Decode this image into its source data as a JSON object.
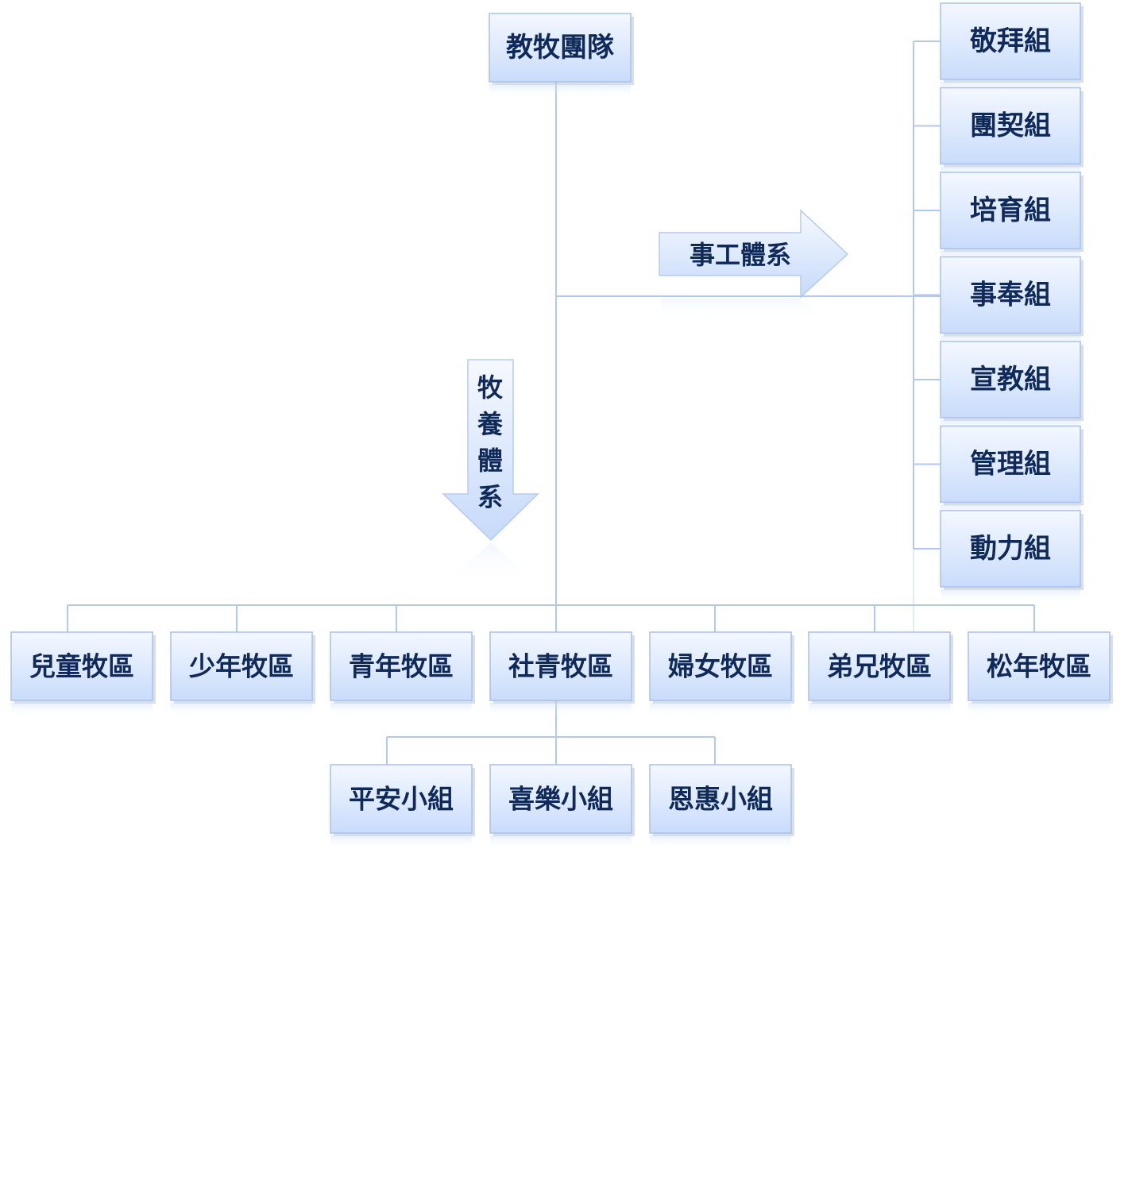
{
  "top": {
    "label": "教牧團隊"
  },
  "arrows": {
    "ministry_system": "事工體系",
    "pastoral_system": "牧養體系"
  },
  "ministry_groups": [
    {
      "label": "敬拜組"
    },
    {
      "label": "團契組"
    },
    {
      "label": "培育組"
    },
    {
      "label": "事奉組"
    },
    {
      "label": "宣教組"
    },
    {
      "label": "管理組"
    },
    {
      "label": "動力組"
    }
  ],
  "pastoral_districts": [
    {
      "label": "兒童牧區"
    },
    {
      "label": "少年牧區"
    },
    {
      "label": "青年牧區"
    },
    {
      "label": "社青牧區"
    },
    {
      "label": "婦女牧區"
    },
    {
      "label": "弟兄牧區"
    },
    {
      "label": "松年牧區"
    }
  ],
  "small_groups": [
    {
      "label": "平安小組"
    },
    {
      "label": "喜樂小組"
    },
    {
      "label": "恩惠小組"
    }
  ],
  "colors": {
    "box_top": "#f4f8ff",
    "box_bottom": "#c9dcfb",
    "line": "#b3c8ec",
    "text": "#0f2a5a"
  }
}
